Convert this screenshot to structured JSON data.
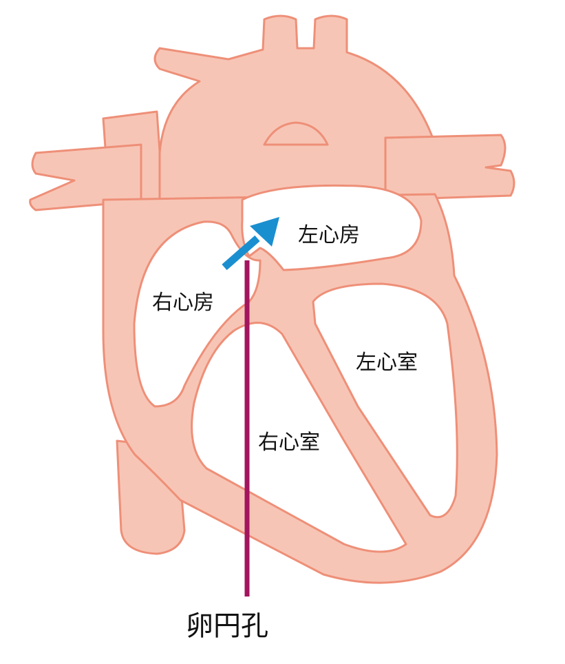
{
  "colors": {
    "tissue_fill": "#F7C5B5",
    "tissue_stroke": "#EE8F78",
    "cavity_fill": "#FFFFFF",
    "flow_arrow": "#1A8FD0",
    "pointer_line": "#A3155E",
    "text": "#111111"
  },
  "labels": {
    "left_atrium": "左心房",
    "right_atrium": "右心房",
    "left_ventricle": "左心室",
    "right_ventricle": "右心室",
    "foramen_ovale": "卵円孔"
  },
  "icons": {
    "flow": "arrow-up-right-icon"
  }
}
